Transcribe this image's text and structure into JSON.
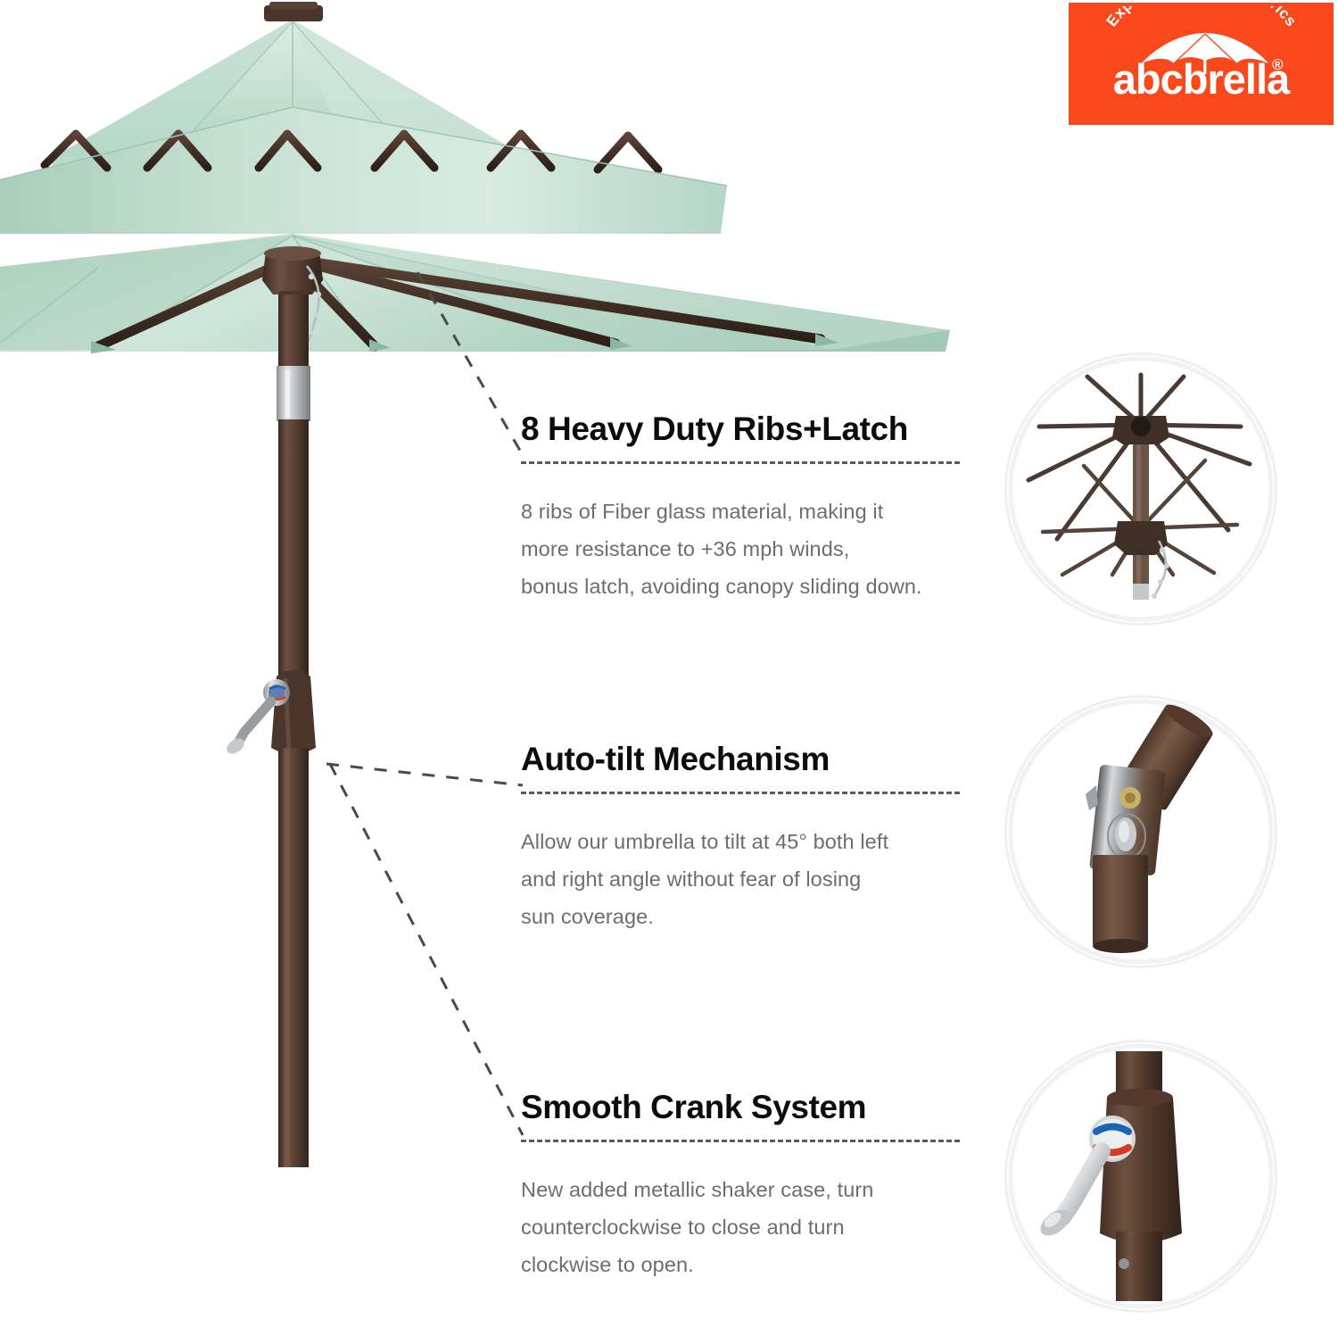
{
  "logo": {
    "tagline": "Expert on Outdoor Fabrics",
    "brand": "abcbrella",
    "registered": "®",
    "background_color": "#f8481c",
    "text_color": "#ffffff",
    "icon": "umbrella-icon"
  },
  "product": {
    "canopy_color_light": "#d5e9de",
    "canopy_color_mid": "#bcdccd",
    "canopy_color_shade": "#a6cdbb",
    "canopy_color_deep": "#93bfab",
    "frame_color": "#4a342b",
    "pole_color": "#5b4337",
    "chrome_color": "#c9cbcc",
    "tiers": 3,
    "ribs": 8
  },
  "features": [
    {
      "id": "ribs-latch",
      "title": "8 Heavy Duty Ribs+Latch",
      "body": [
        "8 ribs of Fiber glass material, making it",
        "more resistance to +36 mph winds,",
        "bonus latch, avoiding canopy sliding down."
      ],
      "detail_icon": "umbrella-rib-frame-icon"
    },
    {
      "id": "auto-tilt",
      "title": "Auto-tilt Mechanism",
      "body": [
        "Allow our umbrella to tilt at 45° both left",
        "and right angle without fear of losing",
        "sun coverage."
      ],
      "detail_icon": "tilt-joint-icon"
    },
    {
      "id": "crank-system",
      "title": "Smooth Crank System",
      "body": [
        "New added metallic shaker case, turn",
        "counterclockwise to close and turn",
        "clockwise to open."
      ],
      "detail_icon": "crank-handle-icon"
    }
  ]
}
